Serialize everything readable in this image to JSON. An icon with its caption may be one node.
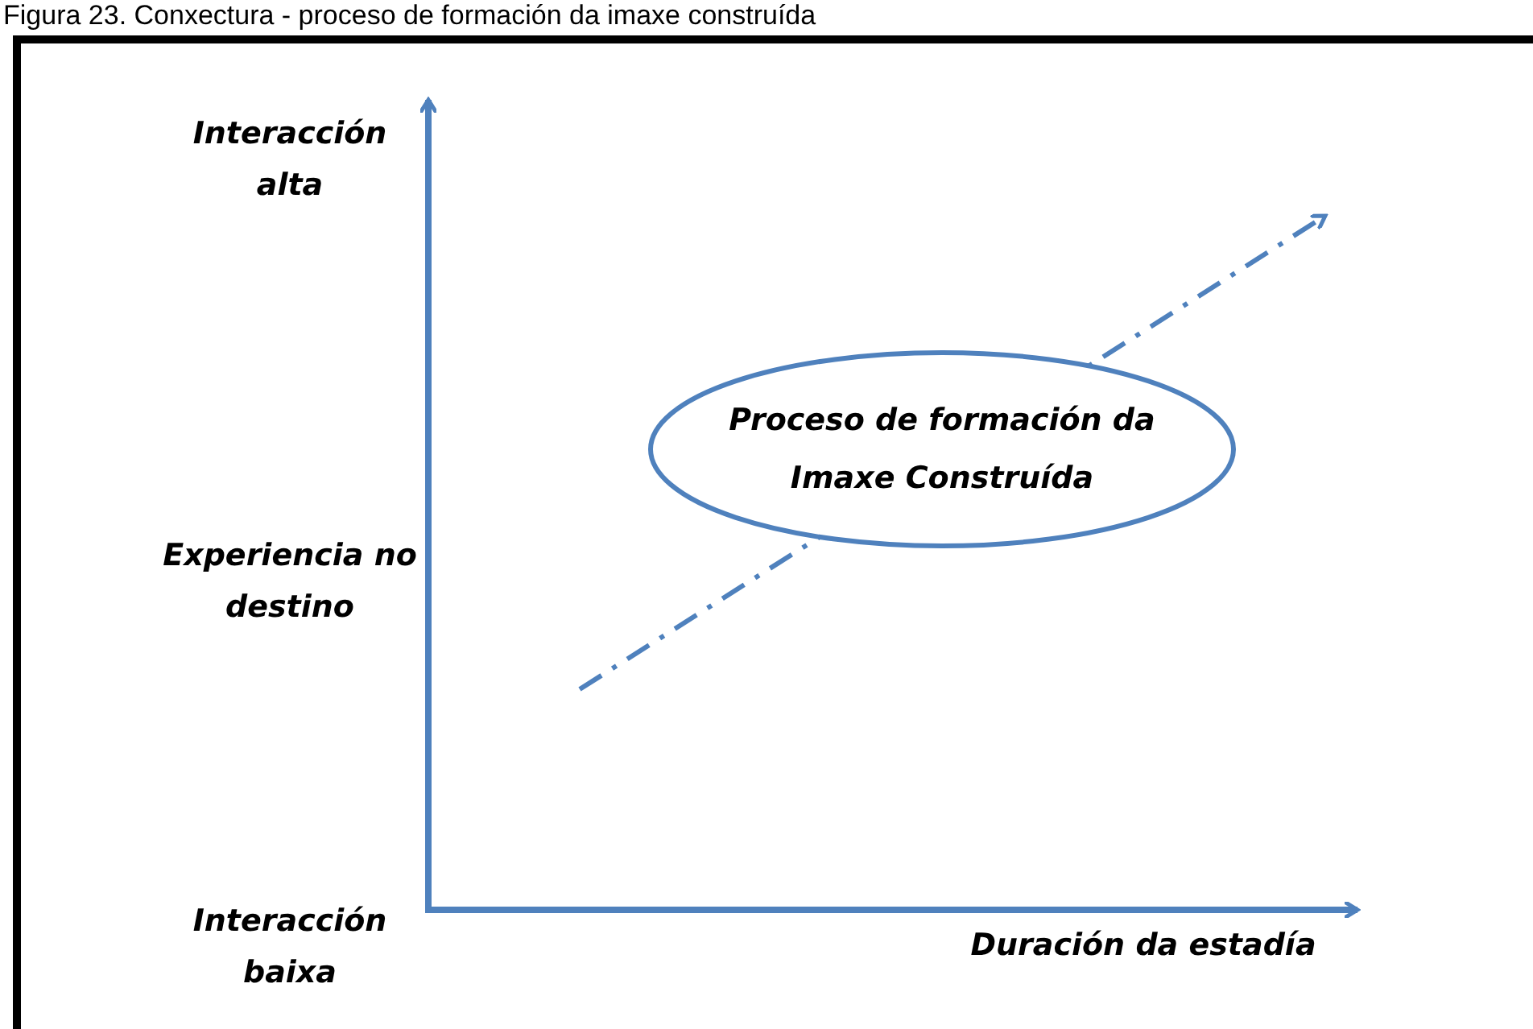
{
  "diagram": {
    "title": "Figura 23. Conxectura - proceso de formación da imaxe construída",
    "nodes": [
      {
        "text": [
          "Proceso de formación da Imaxe Construída"
        ]
      }
    ],
    "labels": [
      "Interacción alta",
      "Experiencia no destino",
      "Interacción baixa",
      "Duración da estadía"
    ]
  }
}
